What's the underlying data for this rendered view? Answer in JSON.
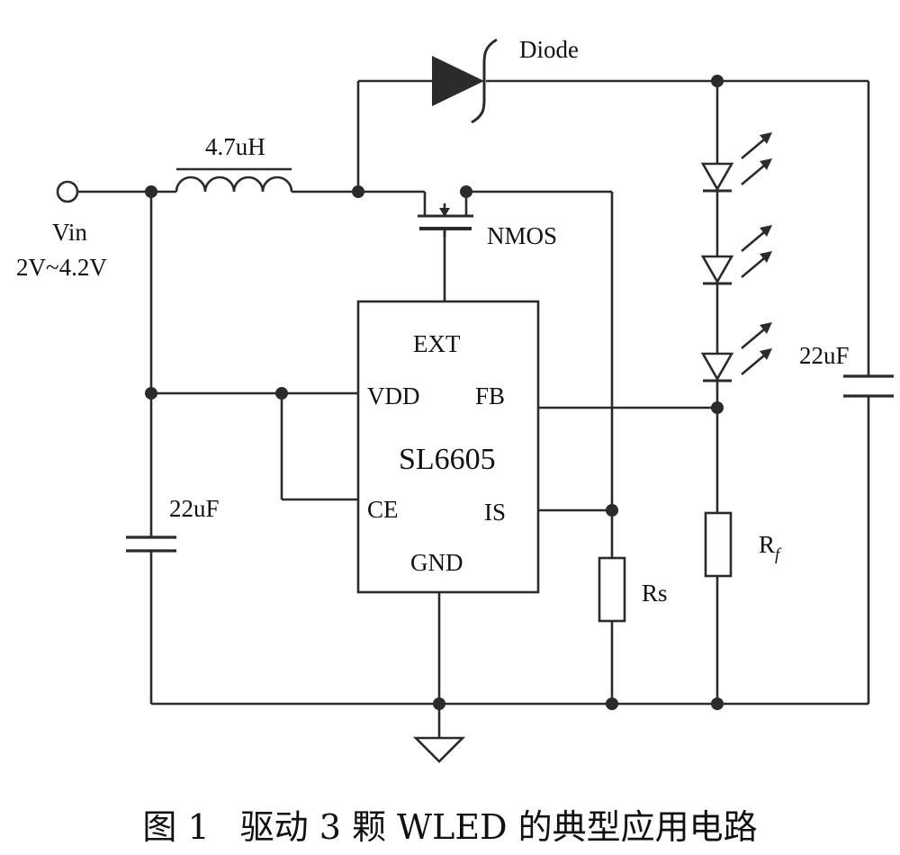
{
  "labels": {
    "diode": "Diode",
    "inductor": "4.7uH",
    "vin": "Vin",
    "vin_range": "2V~4.2V",
    "nmos": "NMOS",
    "ext": "EXT",
    "vdd": "VDD",
    "fb": "FB",
    "ic_name": "SL6605",
    "ce": "CE",
    "is": "IS",
    "gnd": "GND",
    "cap_in": "22uF",
    "cap_out": "22uF",
    "rs": "Rs",
    "rf_main": "R",
    "rf_sub": "f"
  },
  "caption": {
    "number": "图 1",
    "text": "驱动 3 颗 WLED 的典型应用电路"
  }
}
